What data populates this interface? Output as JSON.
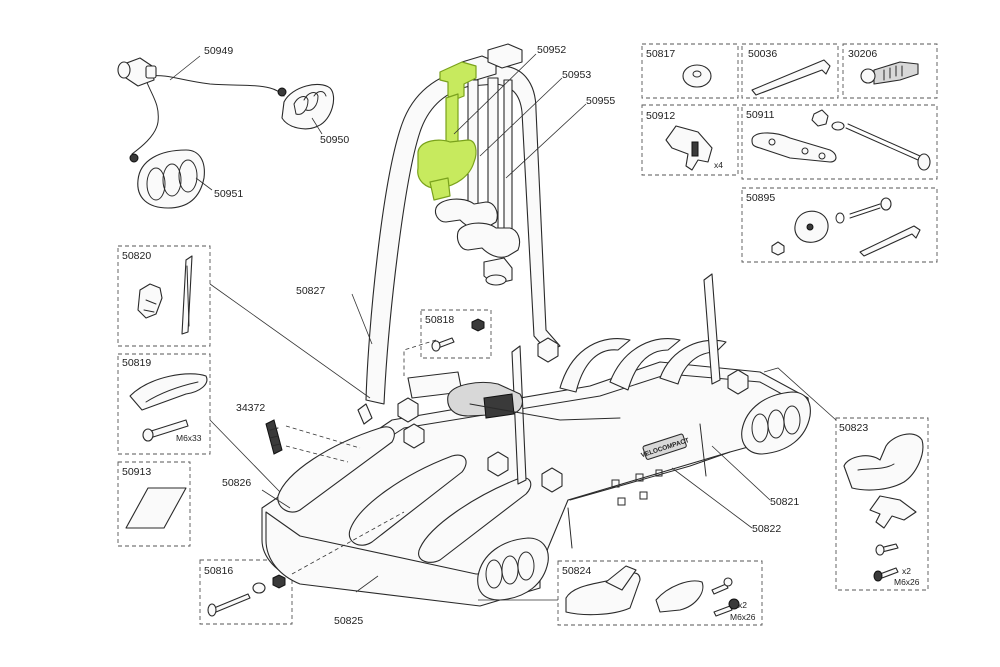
{
  "highlight_color": "#c7ea5e",
  "parts": {
    "p50949": "50949",
    "p50950": "50950",
    "p50951": "50951",
    "p50952": "50952",
    "p50953": "50953",
    "p50955": "50955",
    "p50817": "50817",
    "p50036": "50036",
    "p30206": "30206",
    "p50912": "50912",
    "p50911": "50911",
    "p50895": "50895",
    "p50820": "50820",
    "p50827": "50827",
    "p50818": "50818",
    "p50819": "50819",
    "p34372": "34372",
    "p50913": "50913",
    "p50826": "50826",
    "p50816": "50816",
    "p50825": "50825",
    "p50824": "50824",
    "p50823": "50823",
    "p50821": "50821",
    "p50822": "50822"
  },
  "notes": {
    "x4": "x4",
    "m6x33": "M6x33",
    "x2_a": "x2",
    "m6x26_a": "M6x26",
    "x2_b": "x2",
    "m6x26_b": "M6x26"
  },
  "brand_plate": "VELOCOMPACT"
}
